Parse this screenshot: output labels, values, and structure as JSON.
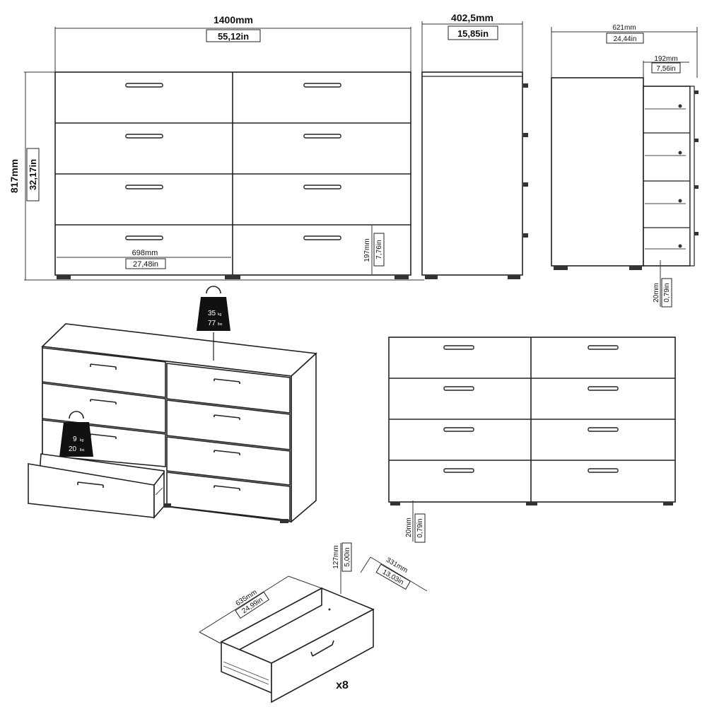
{
  "front_view": {
    "width_mm": "1400mm",
    "width_in": "55,12in",
    "height_mm": "817mm",
    "height_in": "32,17in",
    "drawer_width_mm": "698mm",
    "drawer_width_in": "27,48in",
    "drawer_height_mm": "197mm",
    "drawer_height_in": "7,76in"
  },
  "side_view": {
    "depth_mm": "402,5mm",
    "depth_in": "15,85in"
  },
  "side_open_view": {
    "depth_mm": "621mm",
    "depth_in": "24,44in",
    "extension_mm": "192mm",
    "extension_in": "7,56in",
    "leg_mm": "20mm",
    "leg_in": "0,79in"
  },
  "perspective_view": {
    "top_load_top": "35",
    "top_load_top_unit": "kg",
    "top_load_bottom": "77",
    "top_load_bottom_unit": "lbs",
    "drawer_load_top": "9",
    "drawer_load_top_unit": "kg",
    "drawer_load_bottom": "20",
    "drawer_load_bottom_unit": "lbs"
  },
  "front_plain_view": {
    "leg_mm": "20mm",
    "leg_in": "0,79in"
  },
  "drawer_detail": {
    "length_mm": "635mm",
    "length_in": "24,99in",
    "height_mm": "127mm",
    "height_in": "5,00in",
    "depth_mm": "331mm",
    "depth_in": "13,03in",
    "quantity": "x8"
  }
}
